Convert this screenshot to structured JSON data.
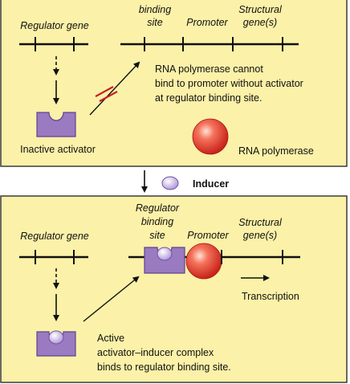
{
  "colors": {
    "panel_fill": "#fbf1a8",
    "panel_border": "#3a3a3a",
    "protein_fill": "#9a7ac0",
    "inducer_fill": "#c9b6e6",
    "polymerase_fill": "#e0402e",
    "blocked_mark": "#c8202a",
    "line": "#111111"
  },
  "top_panel": {
    "regulator_gene_label": "Regulator gene",
    "binding_site_label_line1": "binding",
    "binding_site_label_line2": "site",
    "promoter_label": "Promoter",
    "structural_label_line1": "Structural",
    "structural_label_line2": "gene(s)",
    "caption_line1": "RNA polymerase cannot",
    "caption_line2": "bind to promoter without activator",
    "caption_line3": "at regulator binding site.",
    "inactive_activator_label": "Inactive activator",
    "rna_polymerase_label": "RNA polymerase"
  },
  "middle": {
    "inducer_label": "Inducer"
  },
  "bottom_panel": {
    "binding_site_label_line1": "Regulator",
    "binding_site_label_line2": "binding",
    "binding_site_label_line3": "site",
    "regulator_gene_label": "Regulator gene",
    "promoter_label": "Promoter",
    "structural_label_line1": "Structural",
    "structural_label_line2": "gene(s)",
    "transcription_label": "Transcription",
    "caption_line1": "Active",
    "caption_line2": "activator–inducer complex",
    "caption_line3": "binds to regulator binding site."
  }
}
